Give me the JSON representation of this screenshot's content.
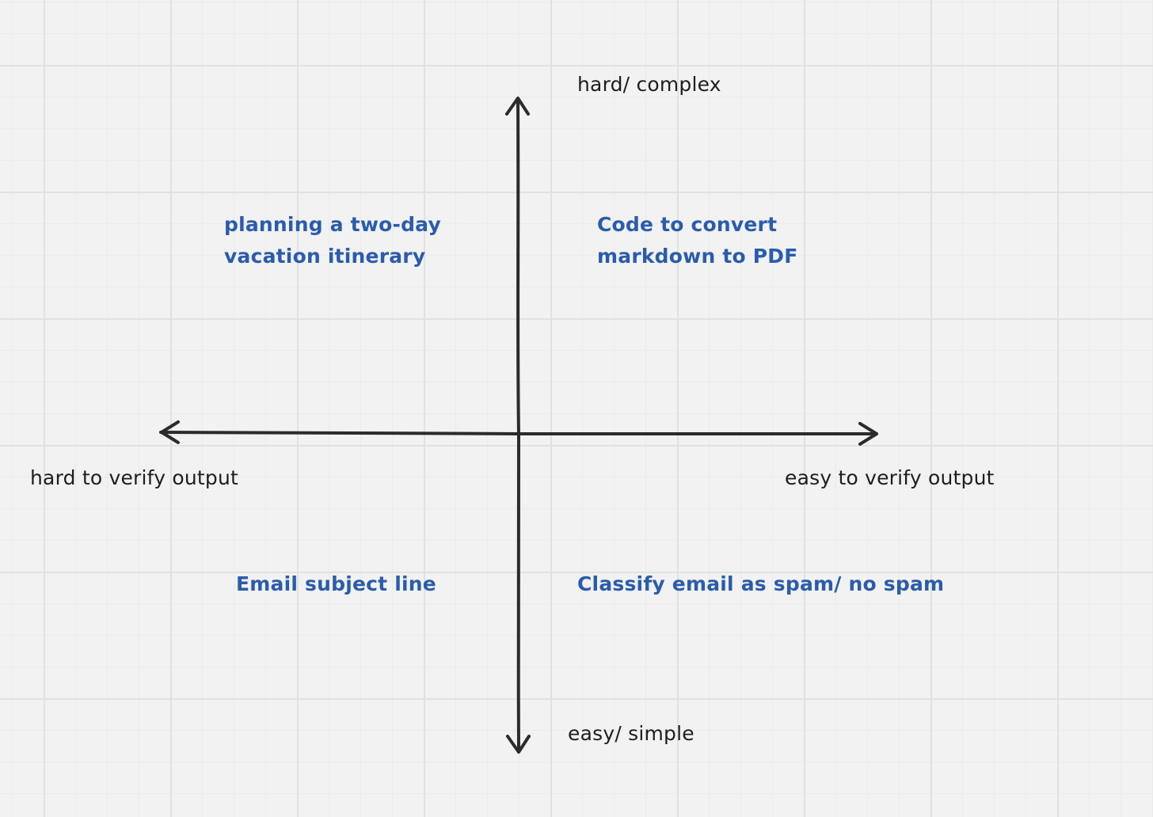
{
  "axes": {
    "top_label": "hard/ complex",
    "bottom_label": "easy/ simple",
    "left_label": "hard to verify output",
    "right_label": "easy to verify output"
  },
  "quadrants": {
    "top_left": "planning a two-day\nvacation itinerary",
    "top_right": "Code to convert\nmarkdown to PDF",
    "bottom_left": "Email subject line",
    "bottom_right": "Classify email as spam/ no spam"
  },
  "colors": {
    "axis": "#2b2b2b",
    "item_text": "#2a5cac",
    "label_text": "#1e1e1e",
    "background": "#f2f2f2"
  }
}
